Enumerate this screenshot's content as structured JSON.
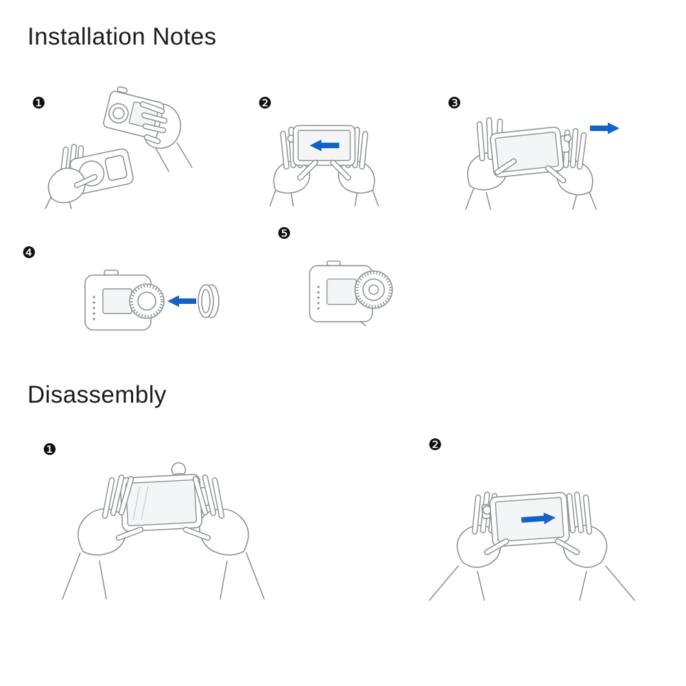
{
  "colors": {
    "arrow": "#1362c4",
    "line": "#8b9197",
    "text": "#1c1c1c"
  },
  "sections": {
    "installation": {
      "title": "Installation Notes",
      "steps": [
        {
          "number": "❶",
          "illustration": "place-camera-into-frame"
        },
        {
          "number": "❷",
          "illustration": "hands-holding-frame-arrow-left"
        },
        {
          "number": "❸",
          "illustration": "hands-holding-frame-arrow-right-latch"
        },
        {
          "number": "❹",
          "illustration": "attach-filter-to-lens-arrow-left"
        },
        {
          "number": "❺",
          "illustration": "camera-with-filter-installed"
        }
      ]
    },
    "disassembly": {
      "title": "Disassembly",
      "steps": [
        {
          "number": "❶",
          "illustration": "hands-gripping-frame-press"
        },
        {
          "number": "❷",
          "illustration": "hands-holding-frame-arrow-right"
        }
      ]
    }
  }
}
